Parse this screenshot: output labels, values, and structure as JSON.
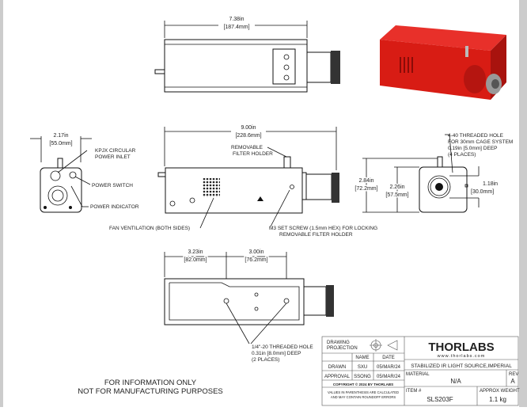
{
  "dimensions": {
    "top_length_in": "7.38in",
    "top_length_mm": "[187.4mm]",
    "front_width_in": "2.17in",
    "front_width_mm": "[55.0mm]",
    "side_length_in": "9.00in",
    "side_length_mm": "[228.6mm]",
    "height_in": "2.84in",
    "height_mm": "[72.2mm]",
    "body_height_in": "2.26in",
    "body_height_mm": "[57.5mm]",
    "cage_in": "1.18in",
    "cage_mm": "[30.0mm]",
    "bottom_a_in": "3.23in",
    "bottom_a_mm": "[82.0mm]",
    "bottom_b_in": "3.00in",
    "bottom_b_mm": "[76.2mm]"
  },
  "callouts": {
    "power_inlet": [
      "KPJX CIRCULAR",
      "POWER INLET"
    ],
    "power_switch": "POWER SWITCH",
    "power_indicator": "POWER INDICATOR",
    "filter_holder": [
      "REMOVABLE",
      "FILTER HOLDER"
    ],
    "fan": "FAN VENTILATION (BOTH SIDES)",
    "set_screw": [
      "M3 SET SCREW (1.5mm HEX) FOR LOCKING",
      "REMOVABLE FILTER HOLDER"
    ],
    "cage_hole": [
      "4-40 THREADED HOLE",
      "FOR 30mm CAGE SYSTEM",
      "0.19in [5.0mm] DEEP",
      "(4 PLACES)"
    ],
    "mount_hole": [
      "1/4\"-20 THREADED HOLE",
      "0.31in [8.0mm] DEEP",
      "(2 PLACES)"
    ]
  },
  "footer": [
    "FOR INFORMATION ONLY",
    "NOT FOR MANUFACTURING PURPOSES"
  ],
  "title_block": {
    "projection_label": [
      "DRAWING",
      "PROJECTION"
    ],
    "name_header": "NAME",
    "date_header": "DATE",
    "drawn_label": "DRAWN",
    "drawn_name": "SXU",
    "drawn_date": "05/MAR/24",
    "approval_label": "APPROVAL",
    "approval_name": "SSONG",
    "approval_date": "05/MAR/24",
    "copyright": "COPYRIGHT © 2024 BY THORLABS",
    "note": [
      "VALUES IN PARENTHESIS ARE CALCULATED",
      "AND MAY CONTAIN ROUNDOFF ERRORS"
    ],
    "logo": "THORLABS",
    "url": "www.thorlabs.com",
    "title": "STABILIZED IR LIGHT SOURCE,IMPERIAL",
    "material_label": "MATERIAL",
    "material": "N/A",
    "rev_label": "REV",
    "rev": "A",
    "item_label": "ITEM #",
    "item": "SLS203F",
    "weight_label": "APPROX WEIGHT",
    "weight": "1.1 kg"
  },
  "colors": {
    "render_red": "#d81c14",
    "render_dark": "#8a0c08"
  }
}
